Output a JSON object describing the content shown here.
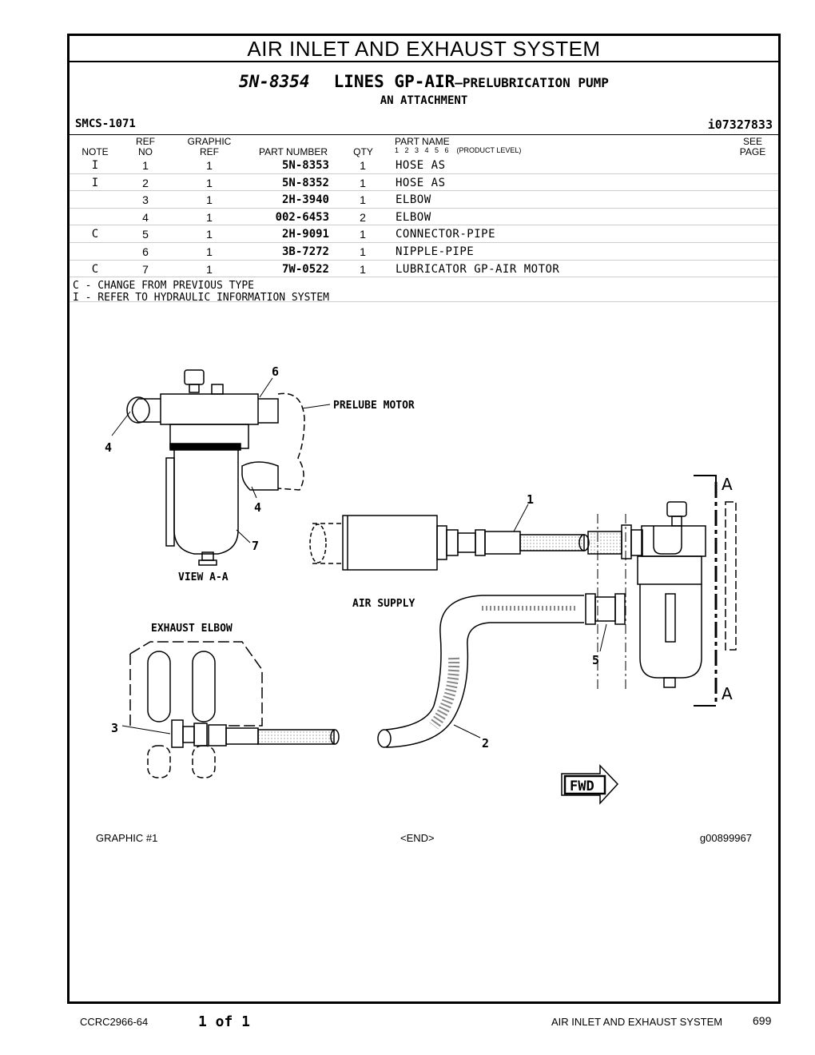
{
  "header": {
    "section_title": "AIR INLET AND EXHAUST SYSTEM",
    "group_number": "5N-8354",
    "group_name_main": "LINES GP-AIR",
    "group_name_rest": "—PRELUBRICATION PUMP",
    "attachment": "AN ATTACHMENT",
    "smcs": "SMCS-1071",
    "illustration_id": "i07327833"
  },
  "columns": {
    "note": "NOTE",
    "ref_top": "REF",
    "ref_bottom": "NO",
    "graphic_top": "GRAPHIC",
    "graphic_bottom": "REF",
    "part_number": "PART NUMBER",
    "qty": "QTY",
    "part_name": "PART NAME",
    "product_levels": "1   2   3   4   5   6    (PRODUCT LEVEL)",
    "see_top": "SEE",
    "see_bottom": "PAGE"
  },
  "parts": [
    {
      "note": "I",
      "ref": "1",
      "graphic_ref": "1",
      "part_number": "5N-8353",
      "qty": "1",
      "name": "HOSE AS"
    },
    {
      "note": "I",
      "ref": "2",
      "graphic_ref": "1",
      "part_number": "5N-8352",
      "qty": "1",
      "name": "HOSE AS"
    },
    {
      "note": "",
      "ref": "3",
      "graphic_ref": "1",
      "part_number": "2H-3940",
      "qty": "1",
      "name": "ELBOW"
    },
    {
      "note": "",
      "ref": "4",
      "graphic_ref": "1",
      "part_number": "002-6453",
      "qty": "2",
      "name": "ELBOW"
    },
    {
      "note": "C",
      "ref": "5",
      "graphic_ref": "1",
      "part_number": "2H-9091",
      "qty": "1",
      "name": "CONNECTOR-PIPE"
    },
    {
      "note": "",
      "ref": "6",
      "graphic_ref": "1",
      "part_number": "3B-7272",
      "qty": "1",
      "name": "NIPPLE-PIPE"
    },
    {
      "note": "C",
      "ref": "7",
      "graphic_ref": "1",
      "part_number": "7W-0522",
      "qty": "1",
      "name": "LUBRICATOR GP-AIR MOTOR"
    }
  ],
  "notes": {
    "c": "C - CHANGE FROM PREVIOUS TYPE",
    "i": "I - REFER TO HYDRAULIC INFORMATION SYSTEM"
  },
  "drawing": {
    "callouts": [
      "6",
      "4",
      "4",
      "7",
      "1",
      "5",
      "2",
      "3"
    ],
    "prelube_motor": "PRELUBE MOTOR",
    "view": "VIEW A-A",
    "air_supply": "AIR SUPPLY",
    "exhaust_elbow": "EXHAUST ELBOW",
    "fwd": "FWD",
    "section_a": "A"
  },
  "graphic_footer": {
    "label": "GRAPHIC #1",
    "end": "<END>",
    "graphic_id": "g00899967"
  },
  "footer": {
    "doc_id": "CCRC2966-64",
    "page_of": "1 of 1",
    "section": "AIR INLET AND EXHAUST SYSTEM",
    "page_number": "699"
  }
}
